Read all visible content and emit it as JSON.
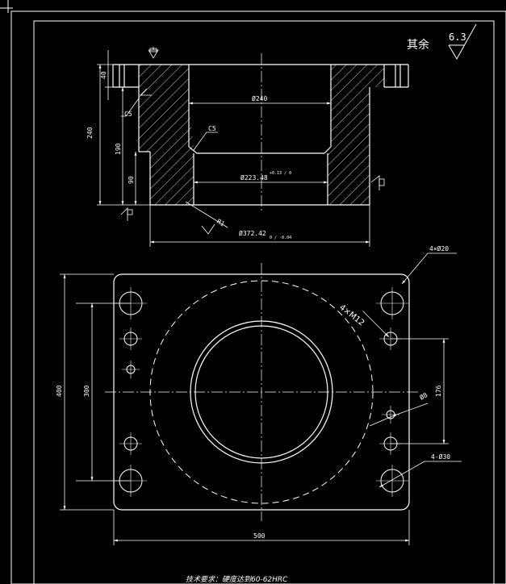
{
  "drawing": {
    "roughness_other": "其余",
    "roughness_value": "6.3",
    "section": {
      "dim_height_total": "240",
      "dim_flange": "40",
      "dim_lower_body": "190",
      "dim_bore_depth": "90",
      "dim_upper_bore": "Ø240",
      "dim_lower_bore": "Ø223.48",
      "dim_lower_bore_tol": "+0.13 / 0",
      "dim_outer": "Ø372.42",
      "dim_outer_tol": "0 / -0.04",
      "chamfer_left": "C5",
      "chamfer_bore": "C5",
      "fillet_radius": "R1"
    },
    "plan": {
      "dim_height": "400",
      "dim_hole_pitch_v": "300",
      "dim_width": "500",
      "dim_right_pitch": "176",
      "callout_corner_holes": "4×Ø20",
      "callout_tapped_holes": "4×M12",
      "callout_small_hole": "Ø8",
      "callout_lower_holes": "4-Ø30"
    },
    "tech_requirements": "技术要求：硬度达到60-62HRC"
  },
  "colors": {
    "background": "#000000",
    "lines": "#ffffff",
    "centerline": "#ffffff"
  }
}
